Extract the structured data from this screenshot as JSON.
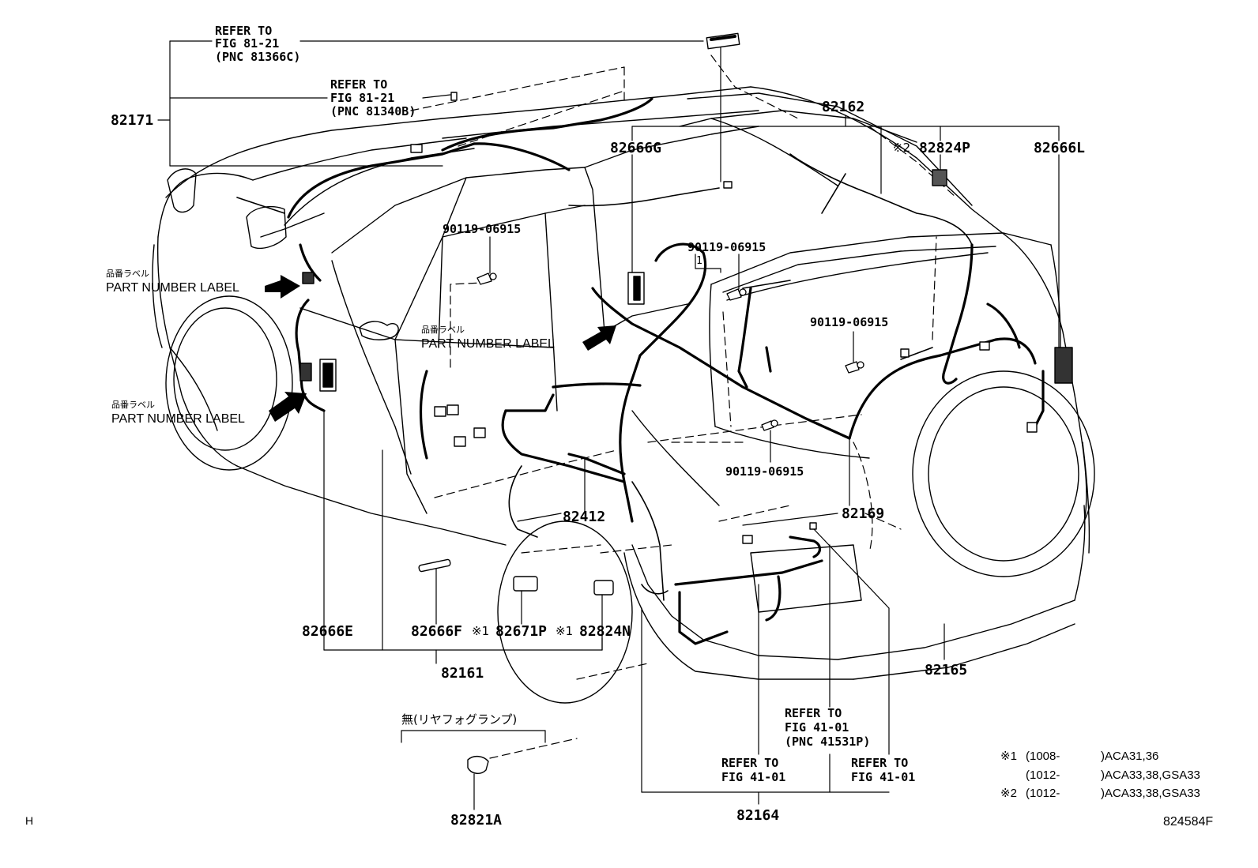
{
  "labels": {
    "ref_81366c": [
      "REFER TO",
      "FIG 81-21",
      "(PNC 81366C)"
    ],
    "ref_81340b": [
      "REFER TO",
      "FIG 81-21",
      "(PNC 81340B)"
    ],
    "p82171": "82171",
    "p82162": "82162",
    "p82666g": "82666G",
    "p82824p_mark": "※2",
    "p82824p": "82824P",
    "p82666l": "82666L",
    "bolt1": "90119-06915",
    "bolt2": "90119-06915",
    "bolt2_sub": "1",
    "bolt3": "90119-06915",
    "bolt4": "90119-06915",
    "pnl_jp": "品番ラベル",
    "pnl_en": "PART NUMBER LABEL",
    "p82412": "82412",
    "p82169": "82169",
    "p82666e": "82666E",
    "p82666f": "82666F",
    "mark1": "※1",
    "p82671p": "82671P",
    "mark2": "※1",
    "p82824n": "82824N",
    "p82161": "82161",
    "p82165": "82165",
    "ref_41531p": [
      "REFER TO",
      "FIG 41-01",
      "(PNC 41531P)"
    ],
    "ref_41_01_a": [
      "REFER TO",
      "FIG 41-01"
    ],
    "ref_41_01_b": [
      "REFER TO",
      "FIG 41-01"
    ],
    "p82164": "82164",
    "fog_jp": "無(リヤフォグランプ)",
    "p82821a": "82821A",
    "h_mark": "H",
    "fig_code": "824584F"
  },
  "notes": [
    {
      "mark": "※1",
      "range": "(1008-",
      "models": ")ACA31,36"
    },
    {
      "mark": "",
      "range": "(1012-",
      "models": ")ACA33,38,GSA33"
    },
    {
      "mark": "※2",
      "range": "(1012-",
      "models": ")ACA33,38,GSA33"
    }
  ]
}
